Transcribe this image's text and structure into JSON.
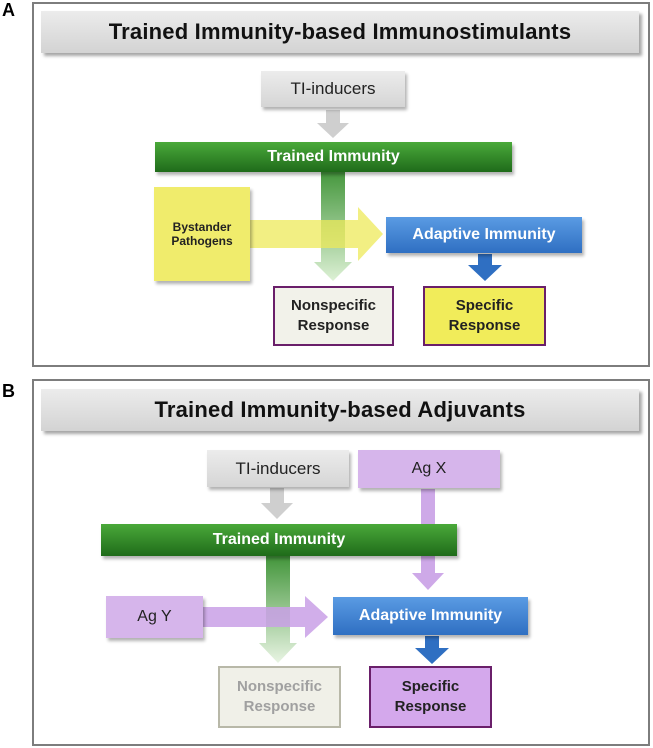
{
  "panel_a": {
    "label": "A",
    "title": "Trained Immunity-based Immunostimulants",
    "ti_inducers": "TI-inducers",
    "trained_immunity": "Trained Immunity",
    "bystander_line1": "Bystander",
    "bystander_line2": "Pathogens",
    "adaptive_immunity": "Adaptive Immunity",
    "nonspecific_line1": "Nonspecific",
    "nonspecific_line2": "Response",
    "specific_line1": "Specific",
    "specific_line2": "Response"
  },
  "panel_b": {
    "label": "B",
    "title": "Trained Immunity-based Adjuvants",
    "ti_inducers": "TI-inducers",
    "ag_x": "Ag X",
    "trained_immunity": "Trained Immunity",
    "ag_y": "Ag Y",
    "adaptive_immunity": "Adaptive Immunity",
    "nonspecific_line1": "Nonspecific",
    "nonspecific_line2": "Response",
    "specific_line1": "Specific",
    "specific_line2": "Response"
  },
  "colors": {
    "green": "#2e8a25",
    "blue": "#3a7dd0",
    "yellow": "#f0ec6c",
    "purple": "#d6b5eb",
    "gray": "#dcdcdc",
    "outline": "#6a1f6a"
  }
}
